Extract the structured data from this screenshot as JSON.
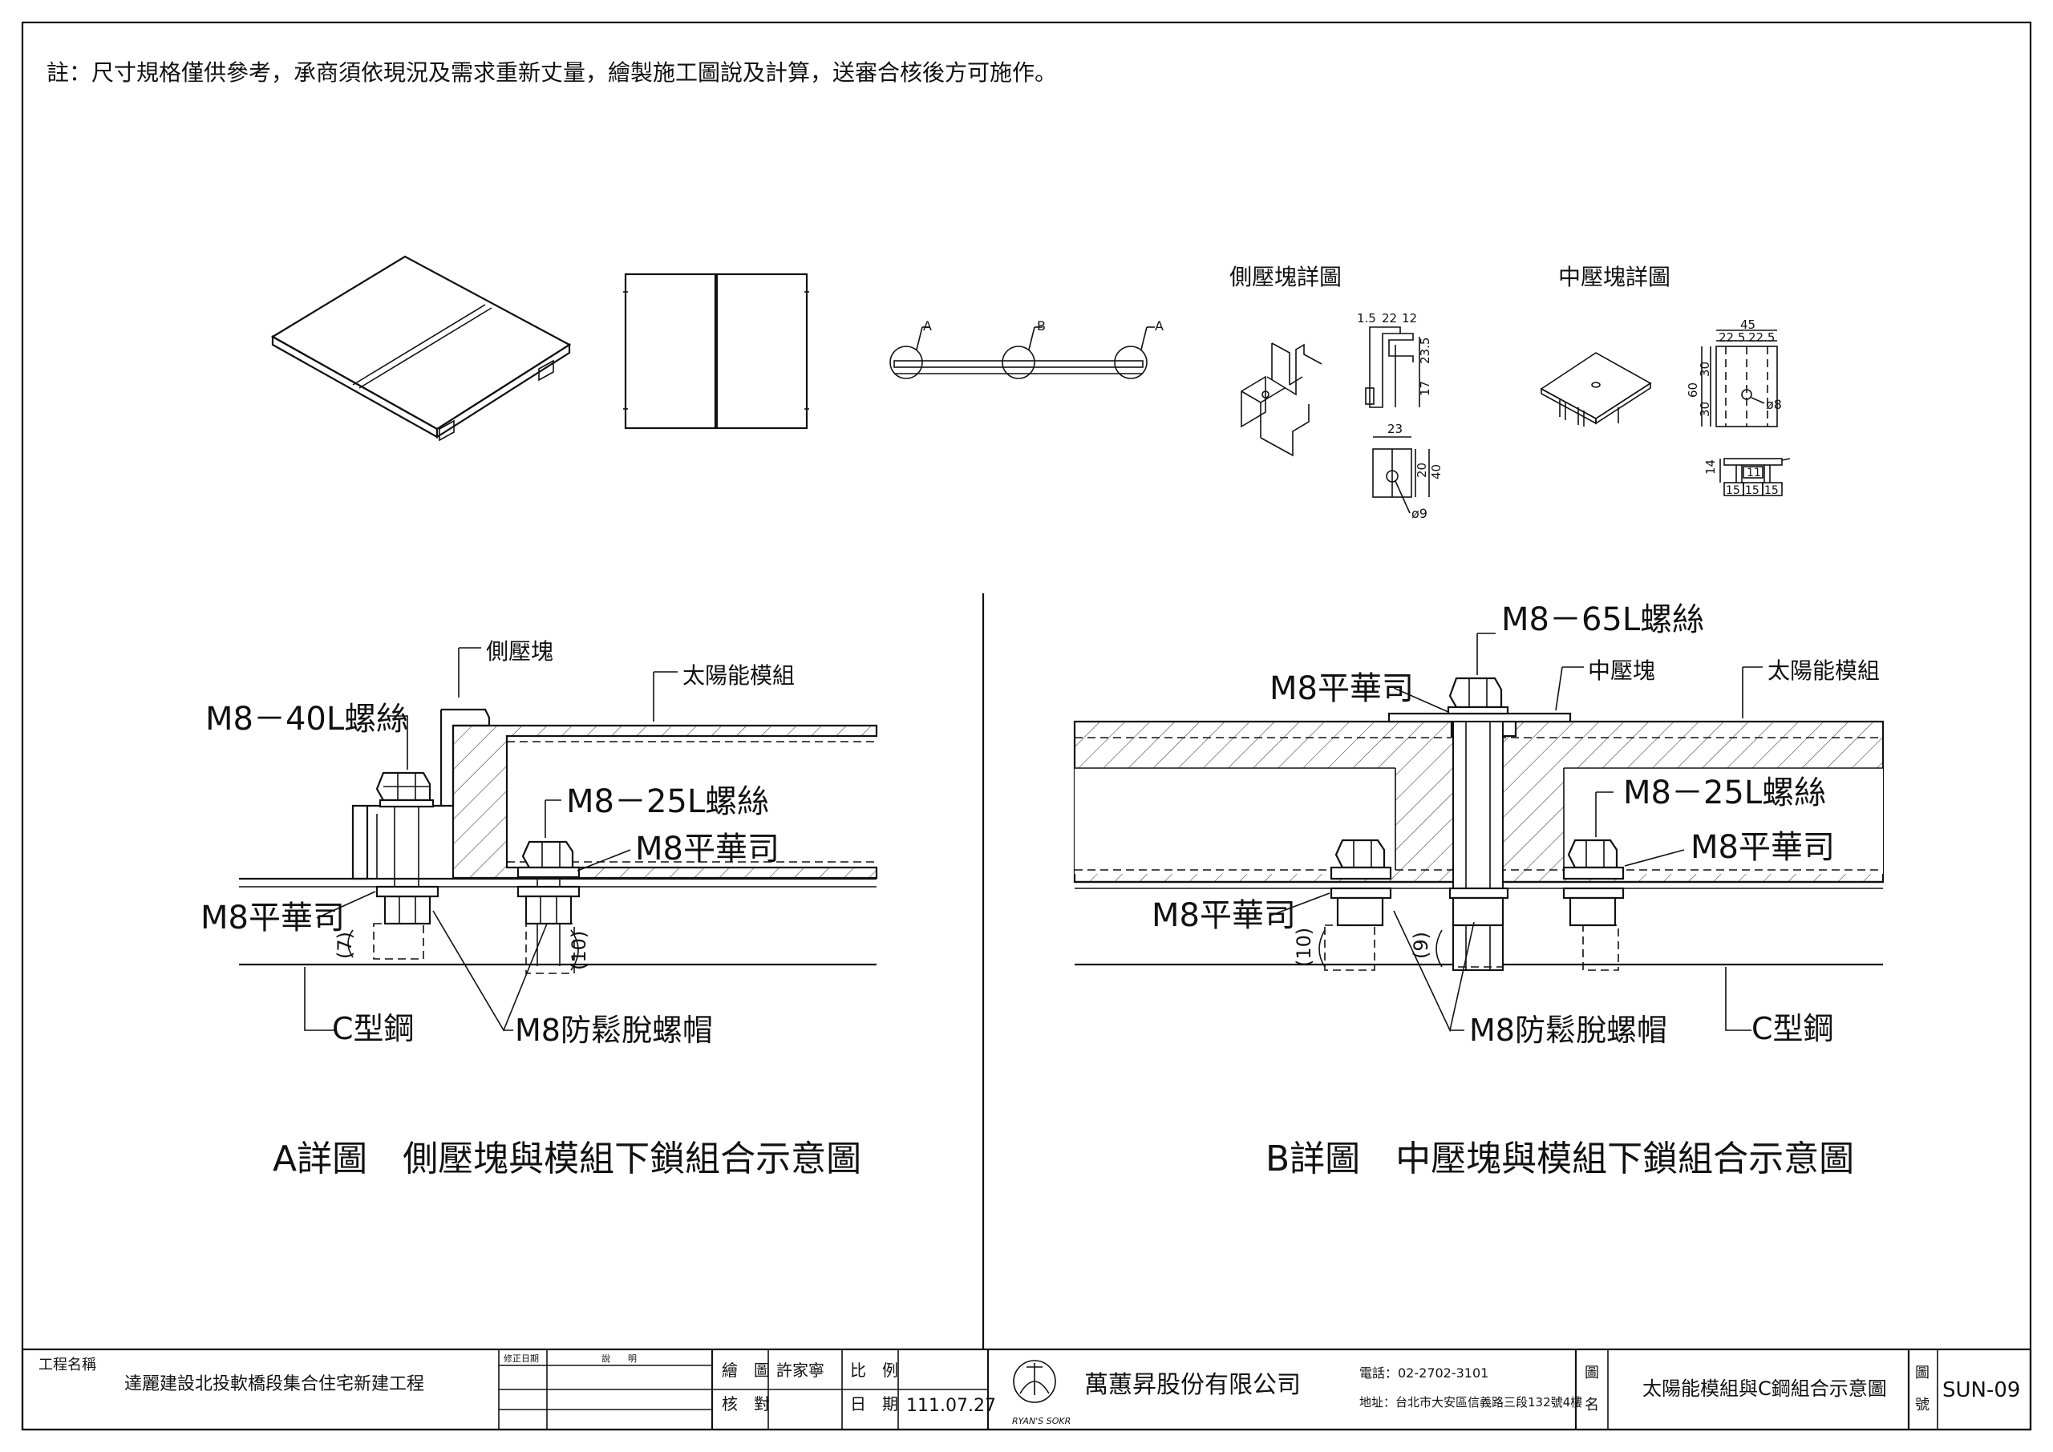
{
  "note": "註：尺寸規格僅供參考，承商須依現況及需求重新丈量，繪製施工圖說及計算，送審合核後方可施作。",
  "top_views": {
    "side_view_labels": {
      "a_left": "A",
      "b": "B",
      "a_right": "A"
    },
    "side_clamp_detail": {
      "title": "側壓塊詳圖",
      "dims": {
        "d1": "1.5",
        "d2": "22",
        "d3": "12",
        "d4": "17",
        "d5": "23.5",
        "d6": "23",
        "d7": "20",
        "d8": "40",
        "hole": "ø9"
      }
    },
    "mid_clamp_detail": {
      "title": "中壓塊詳圖",
      "dims": {
        "w": "45",
        "w1": "22.5",
        "w2": "22.5",
        "h": "60",
        "h1": "30",
        "h2": "30",
        "hole": "ø8",
        "t": "14",
        "s1": "15",
        "s2": "15",
        "s3": "15",
        "s4": "11"
      }
    }
  },
  "detail_a": {
    "caption": "A詳圖　側壓塊與模組下鎖組合示意圖",
    "labels": {
      "side_clamp": "側壓塊",
      "solar_module": "太陽能模組",
      "bolt_40": "M8－40L螺絲",
      "bolt_25": "M8－25L螺絲",
      "washer_right": "M8平華司",
      "washer_left": "M8平華司",
      "dim_7": "(7)",
      "dim_10": "(10)",
      "c_steel": "C型鋼",
      "lock_nut": "M8防鬆脫螺帽"
    }
  },
  "detail_b": {
    "caption": "B詳圖　中壓塊與模組下鎖組合示意圖",
    "labels": {
      "bolt_65": "M8－65L螺絲",
      "washer_top": "M8平華司",
      "mid_clamp": "中壓塊",
      "solar_module": "太陽能模組",
      "bolt_25": "M8－25L螺絲",
      "washer_right": "M8平華司",
      "washer_left": "M8平華司",
      "dim_10": "(10)",
      "dim_9": "(9)",
      "lock_nut": "M8防鬆脫螺帽",
      "c_steel": "C型鋼"
    }
  },
  "title_block": {
    "project_label": "工程名稱",
    "project_name": "達麗建設北投軟橋段集合住宅新建工程",
    "rev_date_label": "修正日期",
    "rev_desc_label": "說　　明",
    "drawn_label": "繪　圖",
    "drawn_by": "許家寧",
    "checked_label": "核　對",
    "scale_label": "比　例",
    "date_label": "日　期",
    "date_value": "111.07.27",
    "logo_text": "RYAN'S SOKR",
    "company": "萬蕙昇股份有限公司",
    "phone": "電話：02-2702-3101",
    "address": "地址：台北市大安區信義路三段132號4樓",
    "title_label_1": "圖",
    "title_label_2": "名",
    "drawing_title": "太陽能模組與C鋼組合示意圖",
    "number_label_1": "圖",
    "number_label_2": "號",
    "drawing_number": "SUN-09"
  }
}
